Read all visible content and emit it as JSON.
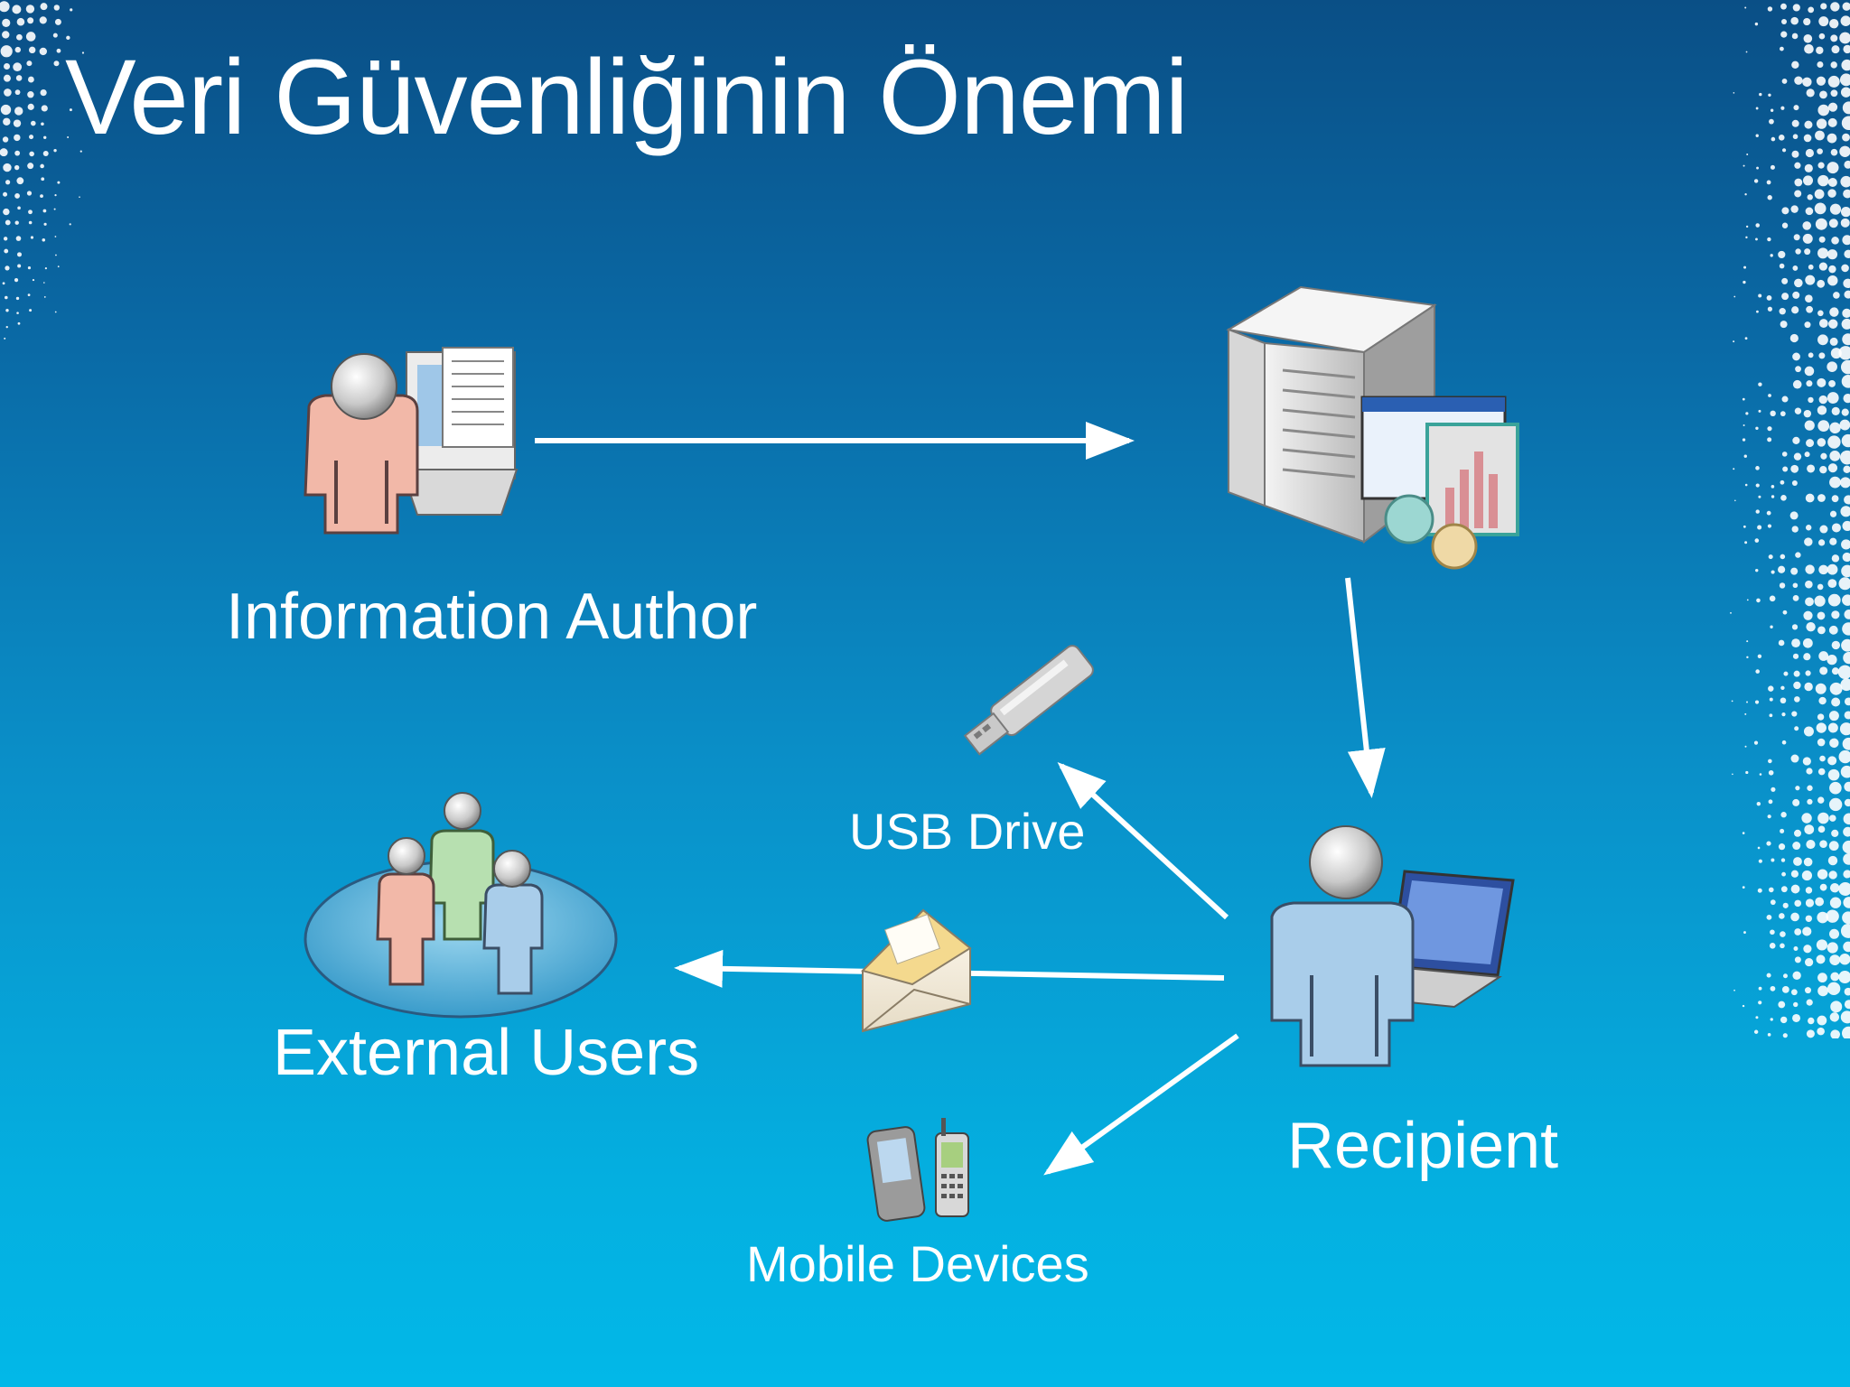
{
  "slide": {
    "title": "Veri Güvenliğinin Önemi"
  },
  "nodes": {
    "author": {
      "label": "Information Author",
      "icon": "person-computer-icon"
    },
    "server": {
      "icon": "server-icon"
    },
    "recipient": {
      "label": "Recipient",
      "icon": "person-laptop-icon"
    },
    "usb": {
      "label": "USB Drive",
      "icon": "usb-drive-icon"
    },
    "external": {
      "label": "External Users",
      "icon": "user-group-icon"
    },
    "email": {
      "icon": "envelope-icon"
    },
    "mobile": {
      "label": "Mobile Devices",
      "icon": "mobile-devices-icon"
    }
  },
  "colors": {
    "background_top": "#0a4f86",
    "background_bottom": "#02b8e8",
    "text": "#ffffff",
    "person_pink": "#f2b8a8",
    "person_blue": "#a9cdea",
    "person_green": "#b7e0b0"
  }
}
